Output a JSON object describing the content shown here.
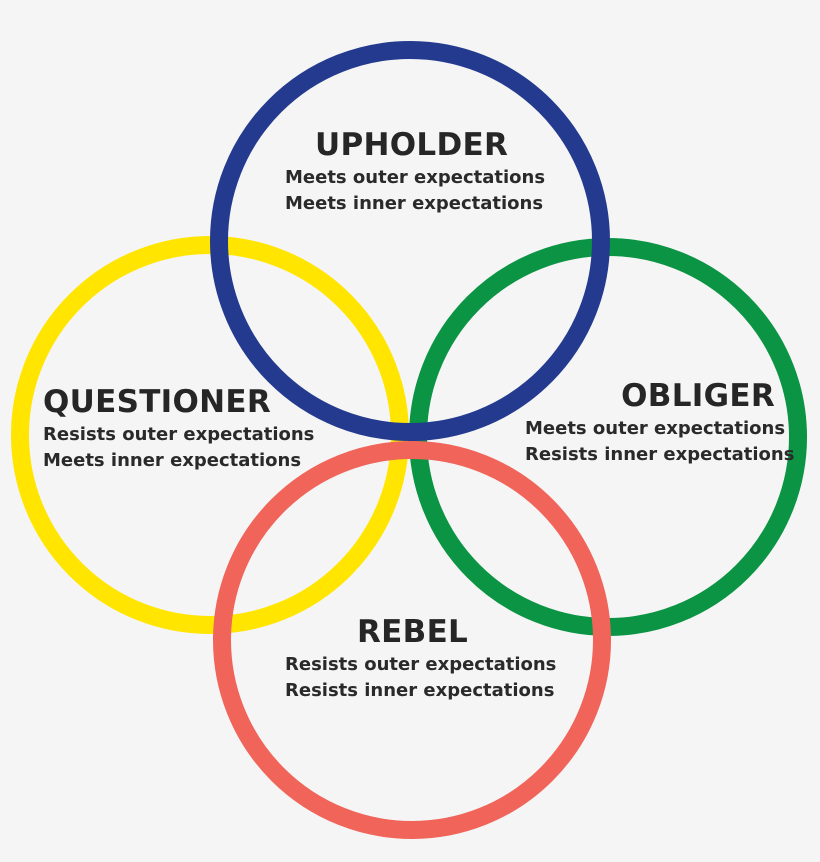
{
  "colors": {
    "background": "#f5f5f5",
    "upholder": "#233a8f",
    "questioner": "#ffe500",
    "obliger": "#0a9444",
    "rebel": "#f06459",
    "text": "#262626"
  },
  "tendencies": {
    "upholder": {
      "title": "UPHOLDER",
      "outer": "Meets outer expectations",
      "inner": "Meets inner expectations"
    },
    "questioner": {
      "title": "QUESTIONER",
      "outer": "Resists outer expectations",
      "inner": "Meets inner expectations"
    },
    "obliger": {
      "title": "OBLIGER",
      "outer": "Meets outer expectations",
      "inner": "Resists inner expectations"
    },
    "rebel": {
      "title": "REBEL",
      "outer": "Resists outer expectations",
      "inner": "Resists inner expectations"
    }
  }
}
